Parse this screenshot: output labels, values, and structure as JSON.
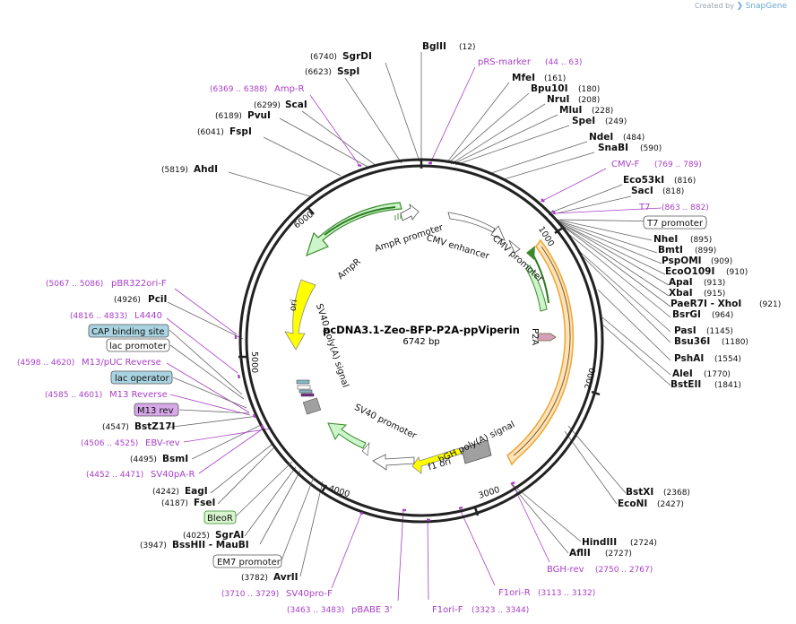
{
  "header": {
    "created_by": "Created by",
    "brand": "SnapGene"
  },
  "map": {
    "name": "pcDNA3.1-Zeo-BFP-P2A-ppViperin",
    "size": "6742 bp",
    "ticks": [
      "1000",
      "2000",
      "3000",
      "4000",
      "5000",
      "6000"
    ]
  },
  "features": {
    "cmv_enhancer": "CMV enhancer",
    "cmv_promoter": "CMV promoter",
    "ampr_promoter": "AmpR promoter",
    "ampr": "AmpR",
    "ori": "ori",
    "sv40_polya": "SV40 poly(A) signal",
    "p2a": "P2A",
    "sv40_promoter": "SV40 promoter",
    "bgh_polya": "bGH poly(A) signal",
    "f1_ori": "f1 ori"
  },
  "enzymes": {
    "bglii": {
      "name": "BglII",
      "pos": "(12)"
    },
    "sgrdi": {
      "name": "SgrDI",
      "pos": "(6740)"
    },
    "sspi": {
      "name": "SspI",
      "pos": "(6623)"
    },
    "scai": {
      "name": "ScaI",
      "pos": "(6299)"
    },
    "pvui": {
      "name": "PvuI",
      "pos": "(6189)"
    },
    "fspi": {
      "name": "FspI",
      "pos": "(6041)"
    },
    "ahdi": {
      "name": "AhdI",
      "pos": "(5819)"
    },
    "mfei": {
      "name": "MfeI",
      "pos": "(161)"
    },
    "bpu10i": {
      "name": "Bpu10I",
      "pos": "(180)"
    },
    "nrui": {
      "name": "NruI",
      "pos": "(208)"
    },
    "mlui": {
      "name": "MluI",
      "pos": "(228)"
    },
    "spei": {
      "name": "SpeI",
      "pos": "(249)"
    },
    "ndei": {
      "name": "NdeI",
      "pos": "(484)"
    },
    "snabi": {
      "name": "SnaBI",
      "pos": "(590)"
    },
    "eco53ki": {
      "name": "Eco53kI",
      "pos": "(816)"
    },
    "saci": {
      "name": "SacI",
      "pos": "(818)"
    },
    "nhei": {
      "name": "NheI",
      "pos": "(895)"
    },
    "bmti": {
      "name": "BmtI",
      "pos": "(899)"
    },
    "pspomi": {
      "name": "PspOMI",
      "pos": "(909)"
    },
    "ecoo109i": {
      "name": "EcoO109I",
      "pos": "(910)"
    },
    "apai": {
      "name": "ApaI",
      "pos": "(913)"
    },
    "xbai": {
      "name": "XbaI",
      "pos": "(915)"
    },
    "paer7i": {
      "name": "PaeR7I - XhoI",
      "pos": "(921)"
    },
    "bsrgi": {
      "name": "BsrGI",
      "pos": "(964)"
    },
    "pasi": {
      "name": "PasI",
      "pos": "(1145)"
    },
    "bsu36i": {
      "name": "Bsu36I",
      "pos": "(1180)"
    },
    "pshai": {
      "name": "PshAI",
      "pos": "(1554)"
    },
    "alei": {
      "name": "AleI",
      "pos": "(1770)"
    },
    "bsteii": {
      "name": "BstEII",
      "pos": "(1841)"
    },
    "bstxi": {
      "name": "BstXI",
      "pos": "(2368)"
    },
    "econi": {
      "name": "EcoNI",
      "pos": "(2427)"
    },
    "hindiii": {
      "name": "HindIII",
      "pos": "(2724)"
    },
    "aflii": {
      "name": "AflII",
      "pos": "(2727)"
    },
    "pcii": {
      "name": "PciI",
      "pos": "(4926)"
    },
    "bstz17i": {
      "name": "BstZ17I",
      "pos": "(4547)"
    },
    "bsmi": {
      "name": "BsmI",
      "pos": "(4495)"
    },
    "eagi": {
      "name": "EagI",
      "pos": "(4242)"
    },
    "fsei": {
      "name": "FseI",
      "pos": "(4187)"
    },
    "sgrai": {
      "name": "SgrAI",
      "pos": "(4025)"
    },
    "bsshii": {
      "name": "BssHII - MauBI",
      "pos": "(3947)"
    },
    "avrii": {
      "name": "AvrII",
      "pos": "(3782)"
    }
  },
  "primers": {
    "prs_marker": {
      "name": "pRS-marker",
      "pos": "(44 .. 63)"
    },
    "amp_r": {
      "name": "Amp-R",
      "pos": "(6369 .. 6388)"
    },
    "cmv_f": {
      "name": "CMV-F",
      "pos": "(769 .. 789)"
    },
    "t7": {
      "name": "T7",
      "pos": "(863 .. 882)"
    },
    "pbr322ori_f": {
      "name": "pBR322ori-F",
      "pos": "(5067 .. 5086)"
    },
    "l4440": {
      "name": "L4440",
      "pos": "(4816 .. 4833)"
    },
    "m13_puc_rev": {
      "name": "M13/pUC Reverse",
      "pos": "(4598 .. 4620)"
    },
    "m13_reverse": {
      "name": "M13 Reverse",
      "pos": "(4585 .. 4601)"
    },
    "ebv_rev": {
      "name": "EBV-rev",
      "pos": "(4506 .. 4525)"
    },
    "sv40pa_r": {
      "name": "SV40pA-R",
      "pos": "(4452 .. 4471)"
    },
    "bgh_rev": {
      "name": "BGH-rev",
      "pos": "(2750 .. 2767)"
    },
    "f1ori_r": {
      "name": "F1ori-R",
      "pos": "(3113 .. 3132)"
    },
    "f1ori_f": {
      "name": "F1ori-F",
      "pos": "(3323 .. 3344)"
    },
    "pbabe3": {
      "name": "pBABE 3'",
      "pos": "(3463 .. 3483)"
    },
    "sv40pro_f": {
      "name": "SV40pro-F",
      "pos": "(3710 .. 3729)"
    }
  },
  "boxes": {
    "t7_promoter": "T7 promoter",
    "cap_site": "CAP binding site",
    "lac_promoter": "lac promoter",
    "lac_operator": "lac operator",
    "m13_rev": "M13 rev",
    "bleor": "BleoR",
    "em7_promoter": "EM7 promoter"
  },
  "colors": {
    "ampr_fill": "#ccf5cc",
    "ampr_stroke": "#3a8a2a",
    "ori_fill": "#ffff00",
    "bgh_orange": "#f0a93a",
    "primer_purple": "#a83fc7",
    "cap_box": "#a9d3e0",
    "m13_box": "#d6a8e8",
    "bleor_box": "#d8f5d0",
    "p2a_fill": "#d8a0b8"
  }
}
